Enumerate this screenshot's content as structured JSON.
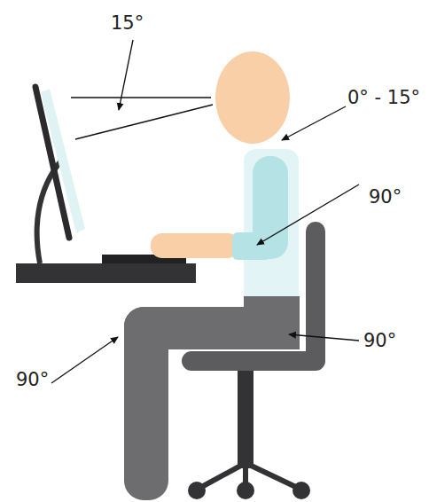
{
  "diagram": {
    "labels": [
      "15°",
      "0° - 15°",
      "90°",
      "90°",
      "90°"
    ]
  }
}
